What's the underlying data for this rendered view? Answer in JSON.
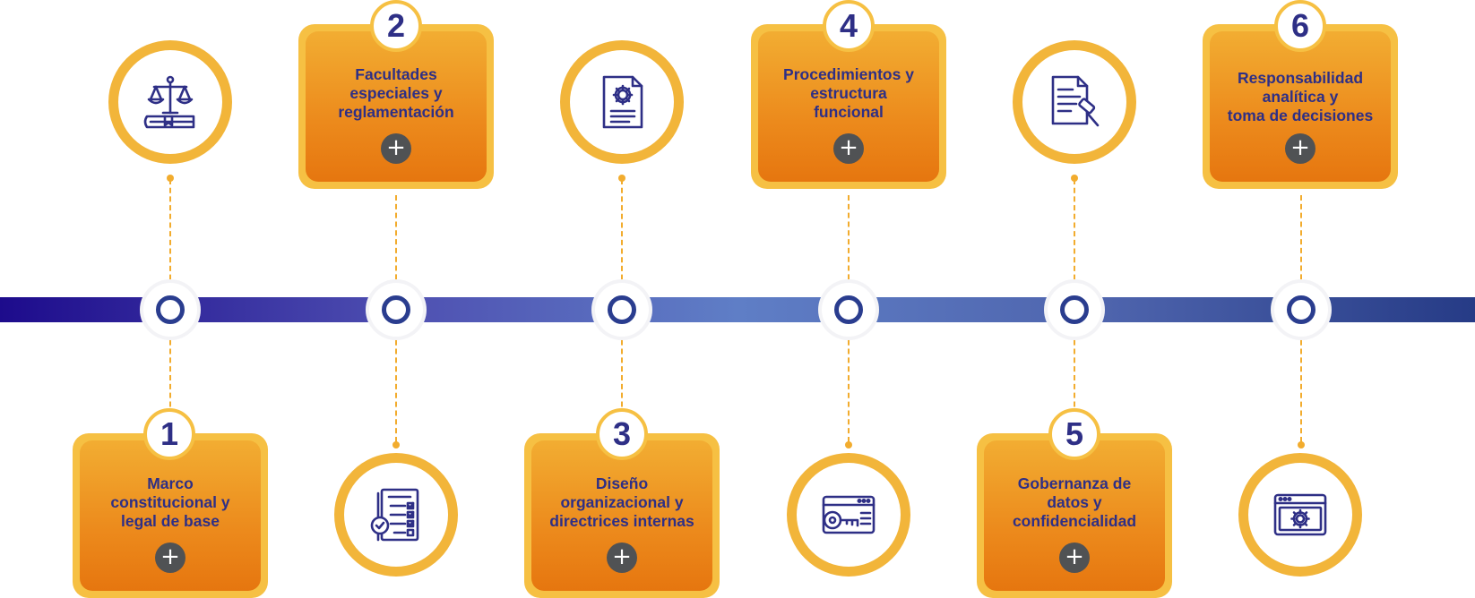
{
  "colors": {
    "accent_orange": "#f2ac2e",
    "card_gradient_top": "#f2ad32",
    "card_gradient_bottom": "#e6760f",
    "text_navy": "#2e2f86",
    "timeline_start": "#1d0b8c",
    "timeline_mid": "#5f7ec6",
    "timeline_end": "#263b86",
    "plus_button": "#505254"
  },
  "steps": [
    {
      "number": "1",
      "label": "Marco\nconstitucional y\nlegal de base",
      "icon": "scales-of-justice-book-icon"
    },
    {
      "number": "2",
      "label": "Facultades\nespeciales y\nreglamentación",
      "icon": "checklist-document-icon"
    },
    {
      "number": "3",
      "label": "Diseño\norganizacional y\ndirectrices internas",
      "icon": "document-gear-icon"
    },
    {
      "number": "4",
      "label": "Procedimientos y\nestructura\nfuncional",
      "icon": "browser-key-icon"
    },
    {
      "number": "5",
      "label": "Gobernanza de\ndatos y\nconfidencialidad",
      "icon": "document-gavel-icon"
    },
    {
      "number": "6",
      "label": "Responsabilidad\nanalítica y\ntoma de decisiones",
      "icon": "browser-gear-icon"
    }
  ],
  "plus_symbol": "+"
}
